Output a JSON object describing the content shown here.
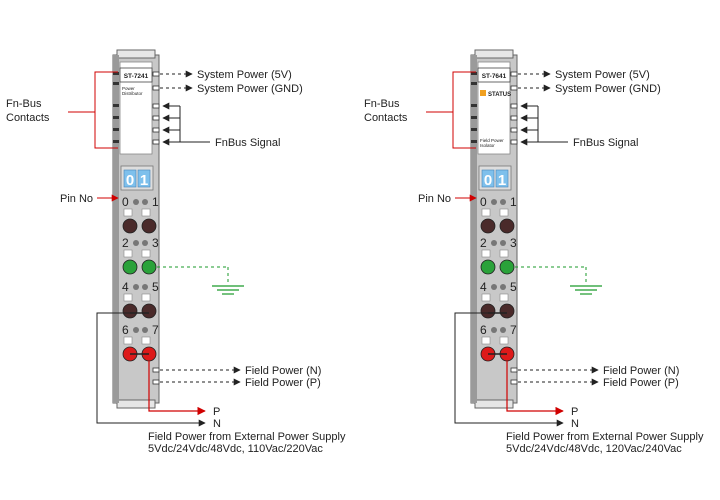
{
  "colors": {
    "module_body": "#c8c8c8",
    "module_light": "#e6e6e6",
    "module_dark": "#9a9a9a",
    "label_white": "#ffffff",
    "callout_red": "#d00000",
    "ground_green": "#1a9a2a",
    "terminal_black": "#4a2a2a",
    "terminal_green": "#2aa23a",
    "terminal_red": "#dd1a1a",
    "led_blue": "#7ec0ec",
    "status_orange": "#f0a020",
    "text": "#222222"
  },
  "modules": [
    {
      "model": "ST-7241",
      "desc_line1": "Power",
      "desc_line2": "Distributor",
      "status_label": "",
      "pin_digits": [
        "0",
        "1"
      ],
      "labels": {
        "fnbus_contacts_line1": "Fn-Bus",
        "fnbus_contacts_line2": "Contacts",
        "system_power_5v": "System Power (5V)",
        "system_power_gnd": "System Power (GND)",
        "fnbus_signal": "FnBus Signal",
        "pin_no": "Pin No",
        "field_power_n": "Field Power (N)",
        "field_power_p": "Field Power (P)",
        "p": "P",
        "n": "N",
        "supply_line1": "Field Power from External Power Supply",
        "supply_line2": "5Vdc/24Vdc/48Vdc, 110Vac/220Vac"
      },
      "pins": [
        {
          "a": "0",
          "b": "1",
          "color": "black"
        },
        {
          "a": "2",
          "b": "3",
          "color": "green"
        },
        {
          "a": "4",
          "b": "5",
          "color": "black"
        },
        {
          "a": "6",
          "b": "7",
          "color": "red"
        }
      ]
    },
    {
      "model": "ST-7641",
      "desc_line1": "Field Power",
      "desc_line2": "Isolator",
      "status_label": "STATUS",
      "pin_digits": [
        "0",
        "1"
      ],
      "labels": {
        "fnbus_contacts_line1": "Fn-Bus",
        "fnbus_contacts_line2": "Contacts",
        "system_power_5v": "System Power (5V)",
        "system_power_gnd": "System Power (GND)",
        "fnbus_signal": "FnBus Signal",
        "pin_no": "Pin No",
        "field_power_n": "Field Power (N)",
        "field_power_p": "Field Power (P)",
        "p": "P",
        "n": "N",
        "supply_line1": "Field Power from External Power Supply",
        "supply_line2": "5Vdc/24Vdc/48Vdc, 120Vac/240Vac"
      },
      "pins": [
        {
          "a": "0",
          "b": "1",
          "color": "black"
        },
        {
          "a": "2",
          "b": "3",
          "color": "green"
        },
        {
          "a": "4",
          "b": "5",
          "color": "black"
        },
        {
          "a": "6",
          "b": "7",
          "color": "red"
        }
      ]
    }
  ]
}
